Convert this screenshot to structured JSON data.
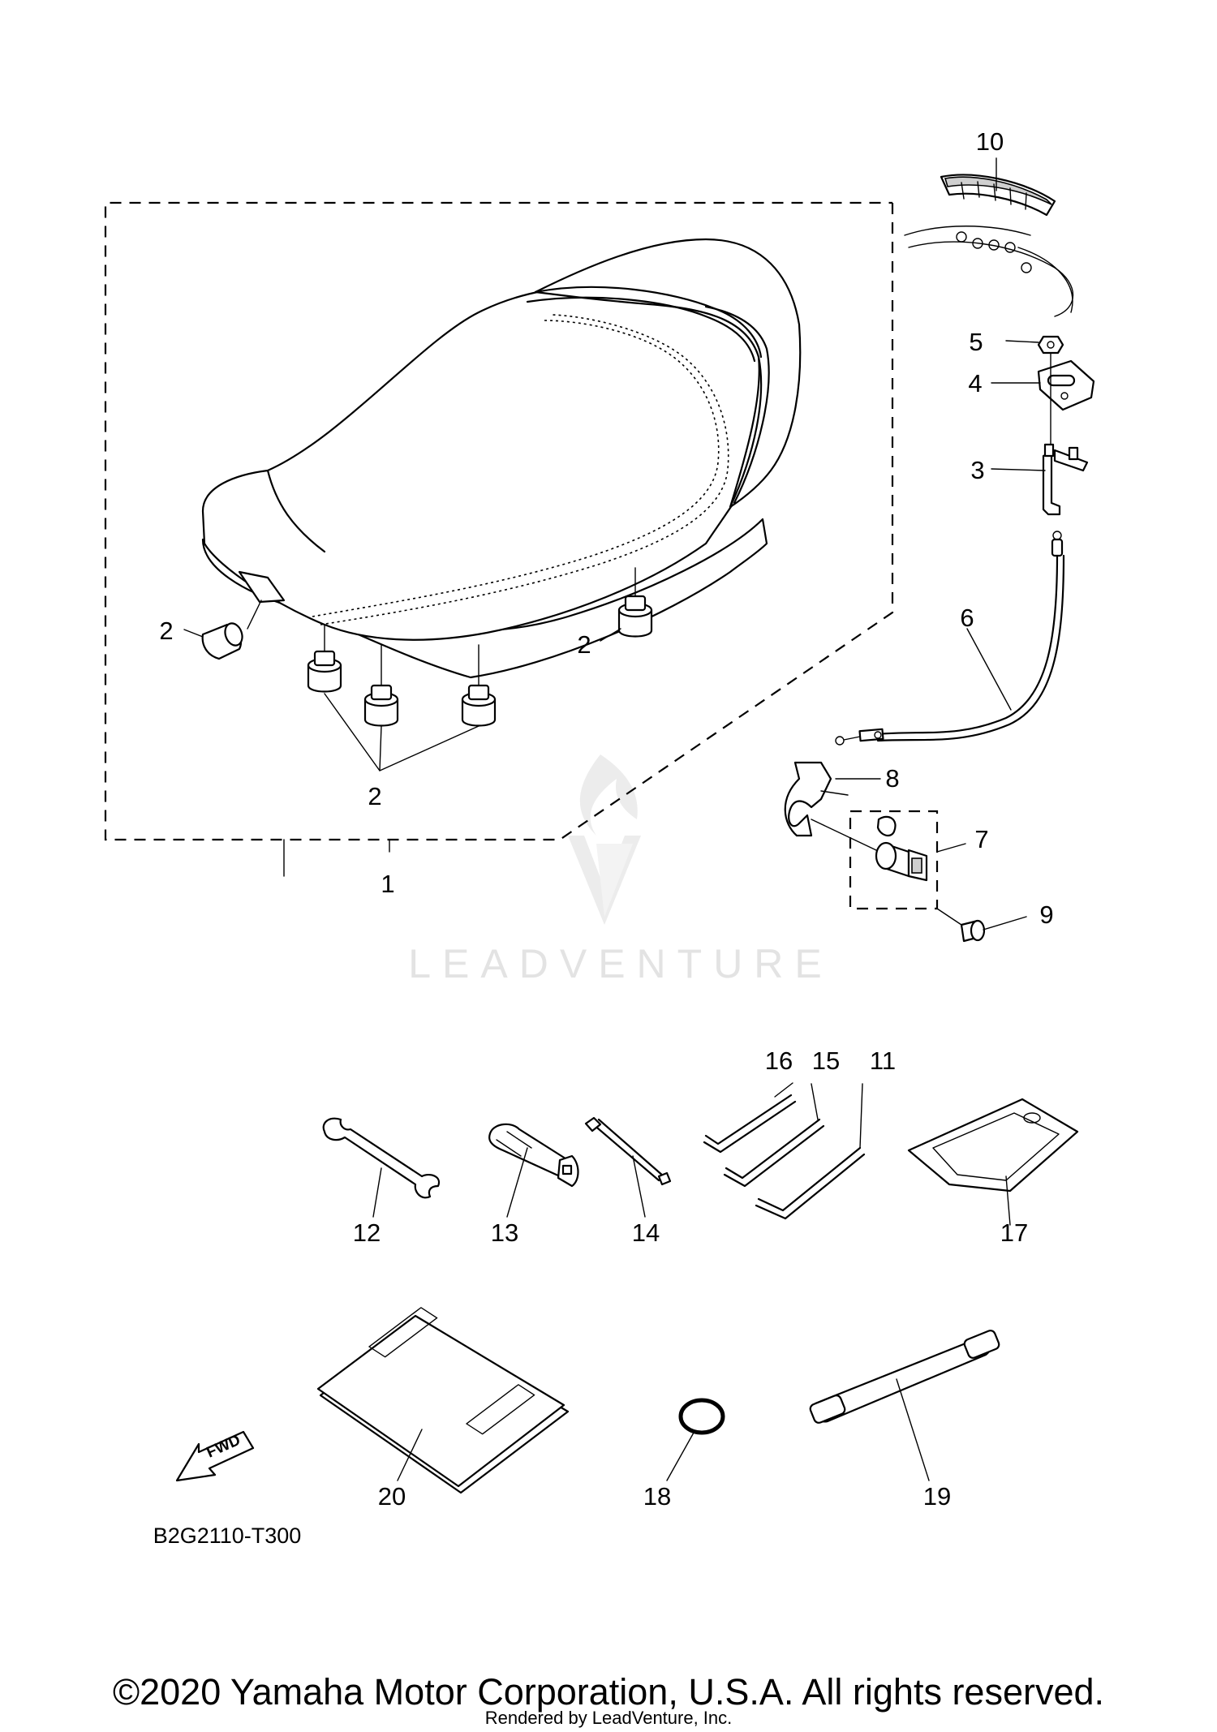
{
  "callouts": {
    "p1": "1",
    "p2a": "2",
    "p2b": "2",
    "p2c": "2",
    "p3": "3",
    "p4": "4",
    "p5": "5",
    "p6": "6",
    "p7": "7",
    "p8": "8",
    "p9": "9",
    "p10": "10",
    "p11": "11",
    "p12": "12",
    "p13": "13",
    "p14": "14",
    "p15": "15",
    "p16": "16",
    "p17": "17",
    "p18": "18",
    "p19": "19",
    "p20": "20"
  },
  "fwd_label": "FWD",
  "diagram_code": "B2G2110-T300",
  "watermark": "LEADVENTURE",
  "copyright": "©2020 Yamaha Motor Corporation, U.S.A. All rights reserved.",
  "rendered_by": "Rendered by LeadVenture, Inc."
}
